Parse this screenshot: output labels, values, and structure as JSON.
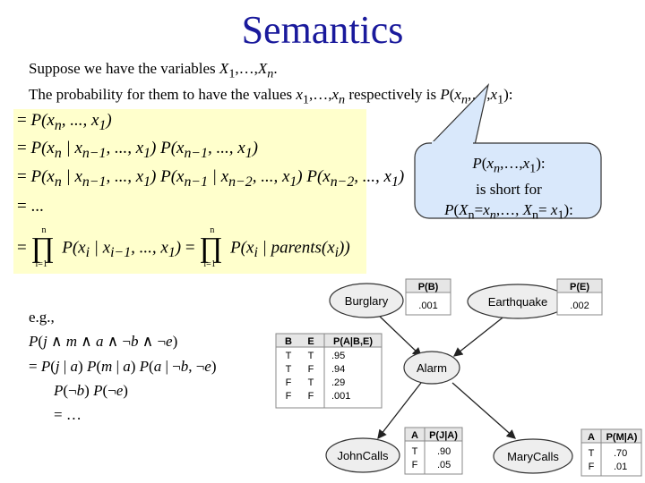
{
  "title": "Semantics",
  "intro": {
    "line1": "Suppose we have the variables X1,…,Xn.",
    "line2": "The probability for them to have the values x1,…,xn respectively is P(xn,…,x1):"
  },
  "equations": [
    "= P(xn, ..., x1)",
    "= P(xn | xn−1, ..., x1) P(xn−1, ..., x1)",
    "= P(xn | xn−1, ..., x1) P(xn−1 | xn−2, ..., x1) P(xn−2, ..., x1)",
    "= ...",
    "= ∏ P(xi | xi−1, ..., x1) = ∏ P(xi | parents(xi))"
  ],
  "callout": {
    "line1": "P(xn,…,x1):",
    "line2": "is short for",
    "line3": "P(Xn=xn,…, Xn= x1):"
  },
  "example": {
    "line1": "e.g.,",
    "line2": "P(j ∧ m ∧ a ∧ ¬b ∧ ¬e)",
    "line3": "= P(j | a) P(m | a) P(a | ¬b, ¬e)",
    "line4": "P(¬b) P(¬e)",
    "line5": "= …"
  },
  "network": {
    "nodes": {
      "burglary": "Burglary",
      "earthquake": "Earthquake",
      "alarm": "Alarm",
      "johncalls": "JohnCalls",
      "marycalls": "MaryCalls"
    },
    "cpt_b": {
      "header": "P(B)",
      "value": ".001"
    },
    "cpt_e": {
      "header": "P(E)",
      "value": ".002"
    },
    "cpt_a": {
      "headers": [
        "B",
        "E",
        "P(A|B,E)"
      ],
      "rows": [
        [
          "T",
          "T",
          ".95"
        ],
        [
          "T",
          "F",
          ".94"
        ],
        [
          "F",
          "T",
          ".29"
        ],
        [
          "F",
          "F",
          ".001"
        ]
      ]
    },
    "cpt_j": {
      "headers": [
        "A",
        "P(J|A)"
      ],
      "rows": [
        [
          "T",
          ".90"
        ],
        [
          "F",
          ".05"
        ]
      ]
    },
    "cpt_m": {
      "headers": [
        "A",
        "P(M|A)"
      ],
      "rows": [
        [
          "T",
          ".70"
        ],
        [
          "F",
          ".01"
        ]
      ]
    }
  }
}
